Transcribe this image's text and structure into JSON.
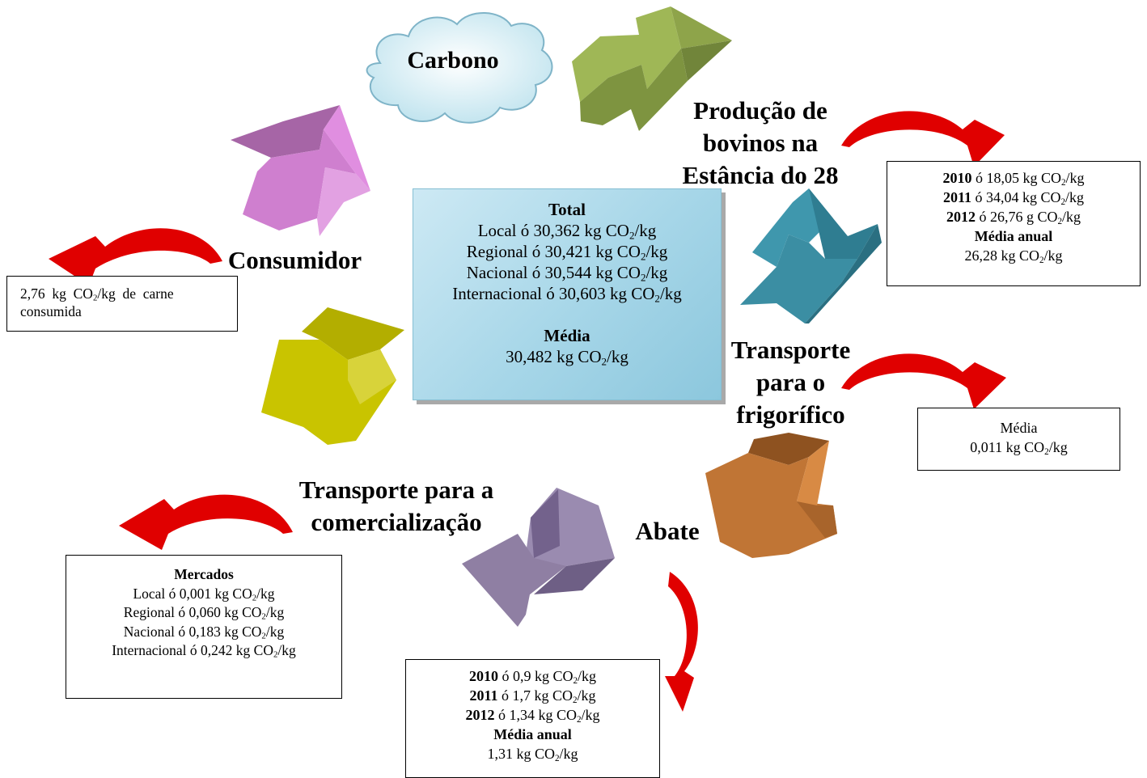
{
  "carbon_label": "Carbono",
  "stages": {
    "producao": {
      "lines": [
        "Produção de",
        "bovinos na",
        "Estância do 28"
      ]
    },
    "transporte_frigorifico": {
      "lines": [
        "Transporte",
        "para o",
        "frigorífico"
      ]
    },
    "abate": {
      "lines": [
        "Abate"
      ]
    },
    "transporte_comercializacao": {
      "lines": [
        "Transporte para a",
        "comercialização"
      ]
    },
    "consumidor": {
      "lines": [
        "Consumidor"
      ]
    }
  },
  "center_box": {
    "heading": "Total",
    "rows": [
      {
        "label": "Local ó 30,362 kg CO",
        "unit": "/kg"
      },
      {
        "label": "Regional ó 30,421 kg CO",
        "unit": "/kg"
      },
      {
        "label": "Nacional ó 30,544 kg CO",
        "unit": "/kg"
      },
      {
        "label": "Internacional ó 30,603 kg CO",
        "unit": "/kg"
      }
    ],
    "avg_heading": "Média",
    "avg_value": "30,482 kg CO",
    "avg_unit": "/kg"
  },
  "box_producao": {
    "rows": [
      {
        "year": "2010",
        "value": " ó 18,05 kg CO",
        "unit": "/kg"
      },
      {
        "year": "2011",
        "value": " ó 34,04 kg CO",
        "unit": "/kg"
      },
      {
        "year": "2012",
        "value": " ó 26,76 g CO",
        "unit": "/kg"
      }
    ],
    "avg_heading": "Média anual",
    "avg_value": "26,28 kg CO",
    "avg_unit": "/kg"
  },
  "box_transporte_frigorifico": {
    "heading": "Média",
    "value": "0,011 kg CO",
    "unit": "/kg"
  },
  "box_abate": {
    "rows": [
      {
        "year": "2010",
        "value": " ó 0,9 kg CO",
        "unit": "/kg"
      },
      {
        "year": "2011",
        "value": " ó 1,7 kg CO",
        "unit": "/kg"
      },
      {
        "year": "2012",
        "value": " ó 1,34 kg CO",
        "unit": "/kg"
      }
    ],
    "avg_heading": "Média anual",
    "avg_value": "1,31 kg CO",
    "avg_unit": "/kg"
  },
  "box_comercializacao": {
    "heading": "Mercados",
    "rows": [
      {
        "label": "Local ó 0,001 kg CO",
        "unit": "/kg"
      },
      {
        "label": "Regional ó 0,060 kg CO",
        "unit": "/kg"
      },
      {
        "label": "Nacional ó 0,183 kg CO",
        "unit": "/kg"
      },
      {
        "label": "Internacional ó 0,242 kg CO",
        "unit": "/kg"
      }
    ]
  },
  "box_consumidor": {
    "line1_pre": "2,76  kg  CO",
    "line1_post": "/kg  de  carne",
    "line2": "consumida"
  },
  "subscript": "2",
  "colors": {
    "green_arrow": "#8ea44a",
    "teal_arrow": "#3b8ea3",
    "orange_arrow": "#c07535",
    "purple_arrow": "#8f7fa3",
    "yellow_arrow": "#c9c400",
    "pink_arrow": "#cf7fcf",
    "red_arrow": "#e00000",
    "cloud": "#d3edf4"
  }
}
